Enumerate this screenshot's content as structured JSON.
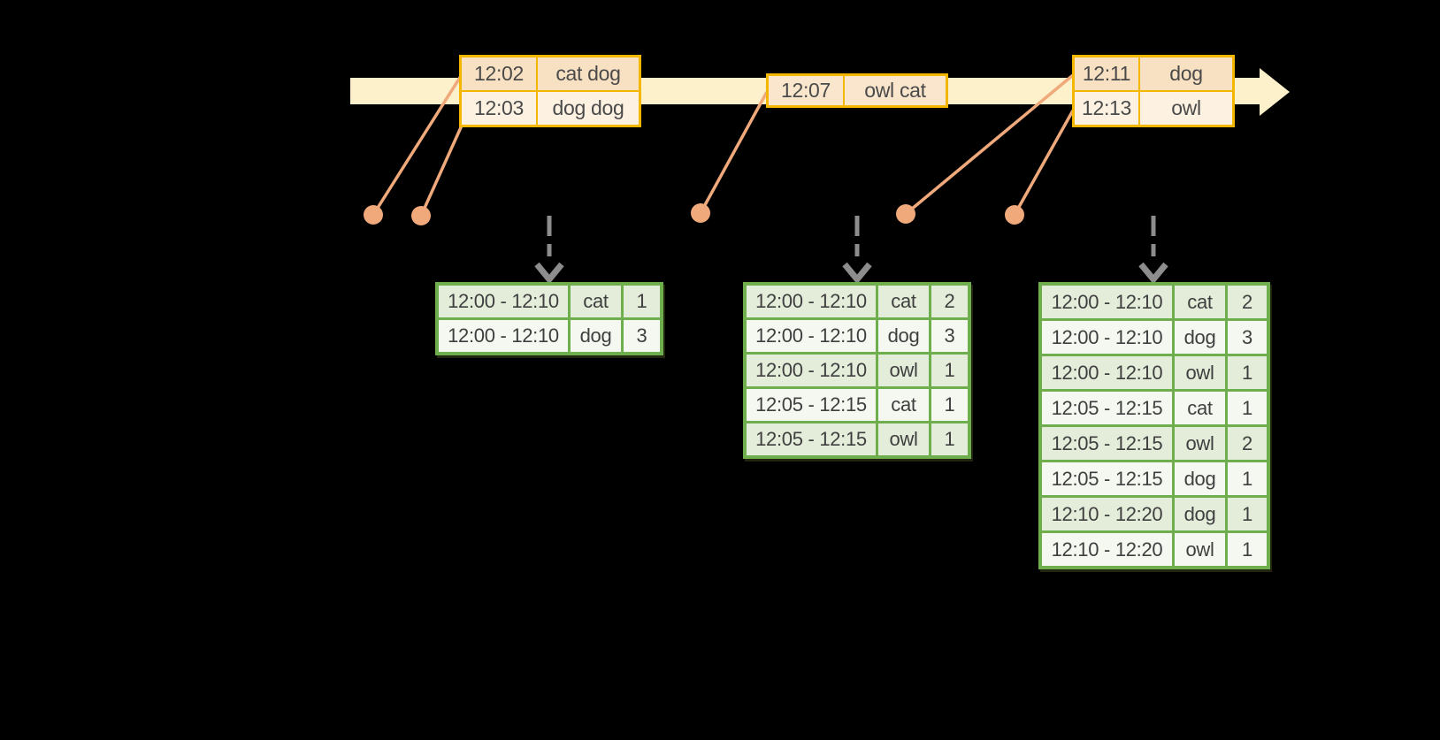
{
  "diagram": {
    "background": "#000000",
    "description_visible_elements": "timeline arrow with timestamped word events, orange event markers, dashed trigger arrows, windowed count tables"
  },
  "colors": {
    "timeline_fill": "#fcf1ca",
    "event_table_border": "#f3b700",
    "event_row_dark": "#f8e0c2",
    "event_row_light": "#fdf2e2",
    "event_marker_orange": "#f0a97b",
    "trigger_arrow_gray": "#8d8d8d",
    "result_table_border": "#6fae4d",
    "result_row_green": "#e3edda",
    "result_row_white": "#f4f8f0",
    "text": "#454545"
  },
  "event_tables": [
    {
      "rows": [
        {
          "time": "12:02",
          "words": "cat dog"
        },
        {
          "time": "12:03",
          "words": "dog dog"
        }
      ]
    },
    {
      "rows": [
        {
          "time": "12:07",
          "words": "owl cat"
        }
      ]
    },
    {
      "rows": [
        {
          "time": "12:11",
          "words": "dog"
        },
        {
          "time": "12:13",
          "words": "owl"
        }
      ]
    }
  ],
  "result_tables": [
    {
      "rows": [
        [
          "12:00 - 12:10",
          "cat",
          "1"
        ],
        [
          "12:00 - 12:10",
          "dog",
          "3"
        ]
      ]
    },
    {
      "rows": [
        [
          "12:00 - 12:10",
          "cat",
          "2"
        ],
        [
          "12:00 - 12:10",
          "dog",
          "3"
        ],
        [
          "12:00 - 12:10",
          "owl",
          "1"
        ],
        [
          "12:05 - 12:15",
          "cat",
          "1"
        ],
        [
          "12:05 - 12:15",
          "owl",
          "1"
        ]
      ]
    },
    {
      "rows": [
        [
          "12:00 - 12:10",
          "cat",
          "2"
        ],
        [
          "12:00 - 12:10",
          "dog",
          "3"
        ],
        [
          "12:00 - 12:10",
          "owl",
          "1"
        ],
        [
          "12:05 - 12:15",
          "cat",
          "1"
        ],
        [
          "12:05 - 12:15",
          "owl",
          "2"
        ],
        [
          "12:05 - 12:15",
          "dog",
          "1"
        ],
        [
          "12:10 - 12:20",
          "dog",
          "1"
        ],
        [
          "12:10 - 12:20",
          "owl",
          "1"
        ]
      ]
    }
  ]
}
